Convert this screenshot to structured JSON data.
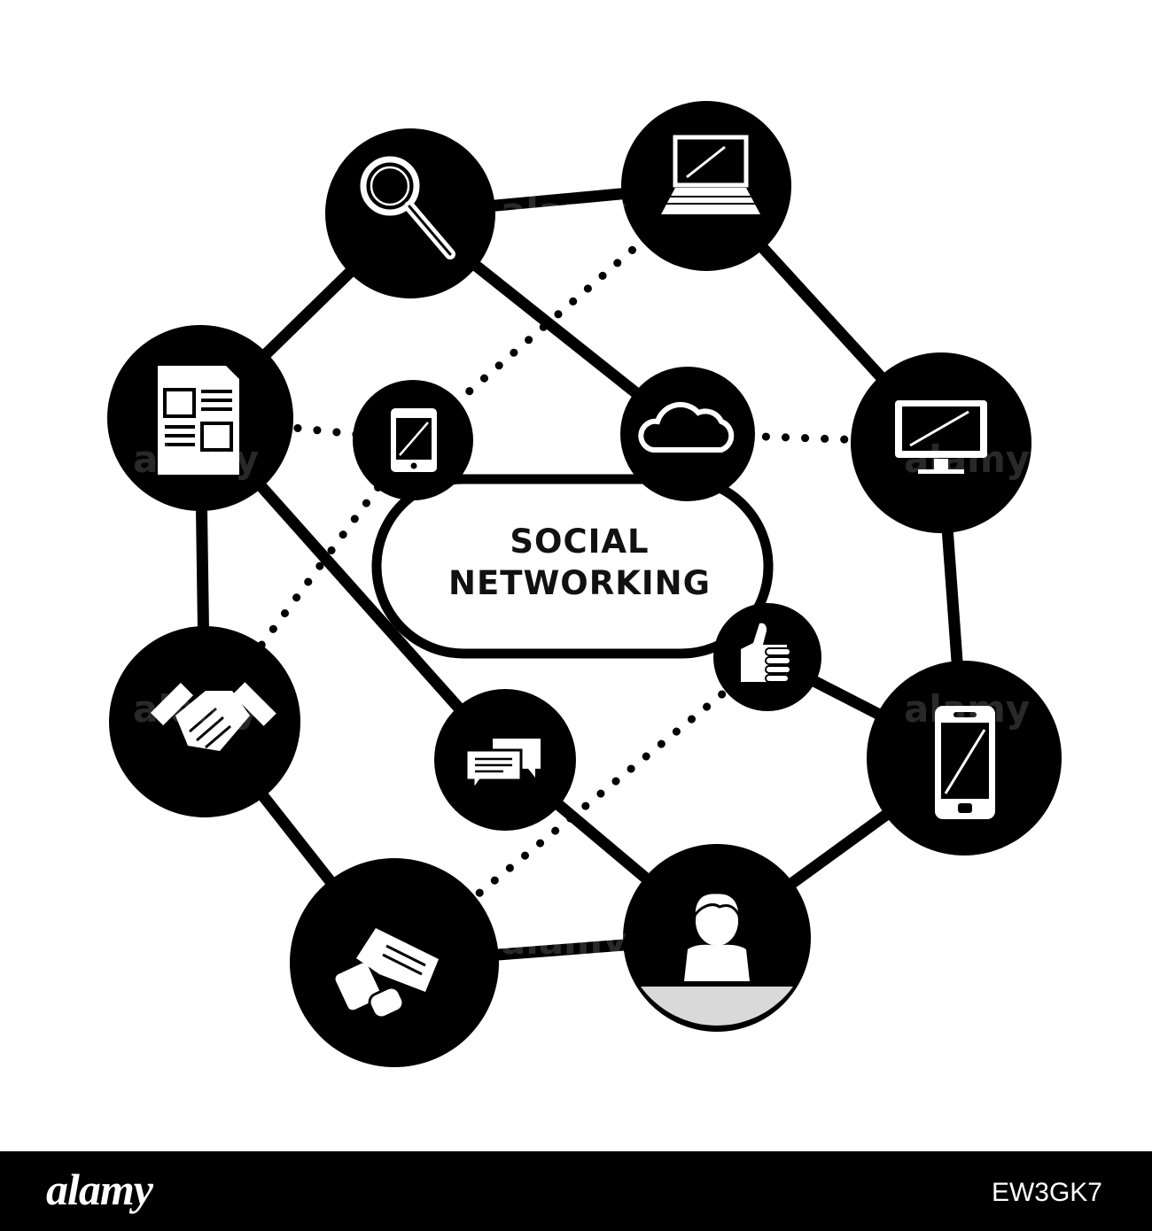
{
  "diagram": {
    "title_line1": "SOCIAL",
    "title_line2": "NETWORKING",
    "node_color": "#000000",
    "icon_color": "#ffffff",
    "background": "#ffffff",
    "nodes": [
      {
        "name": "magnifier-node",
        "icon": "magnifier-icon"
      },
      {
        "name": "laptop-node",
        "icon": "laptop-icon"
      },
      {
        "name": "document-node",
        "icon": "document-icon"
      },
      {
        "name": "tablet-node",
        "icon": "tablet-icon"
      },
      {
        "name": "cloud-node",
        "icon": "cloud-icon"
      },
      {
        "name": "monitor-node",
        "icon": "monitor-icon"
      },
      {
        "name": "thumbs-up-node",
        "icon": "thumbs-up-icon"
      },
      {
        "name": "handshake-node",
        "icon": "handshake-icon"
      },
      {
        "name": "chat-node",
        "icon": "chat-bubbles-icon"
      },
      {
        "name": "smartphone-node",
        "icon": "smartphone-icon"
      },
      {
        "name": "megaphone-node",
        "icon": "megaphone-icon"
      },
      {
        "name": "person-node",
        "icon": "person-icon"
      }
    ]
  },
  "watermark": {
    "text": "alamy"
  },
  "footer": {
    "logo": "alamy",
    "image_id": "EW3GK7"
  }
}
